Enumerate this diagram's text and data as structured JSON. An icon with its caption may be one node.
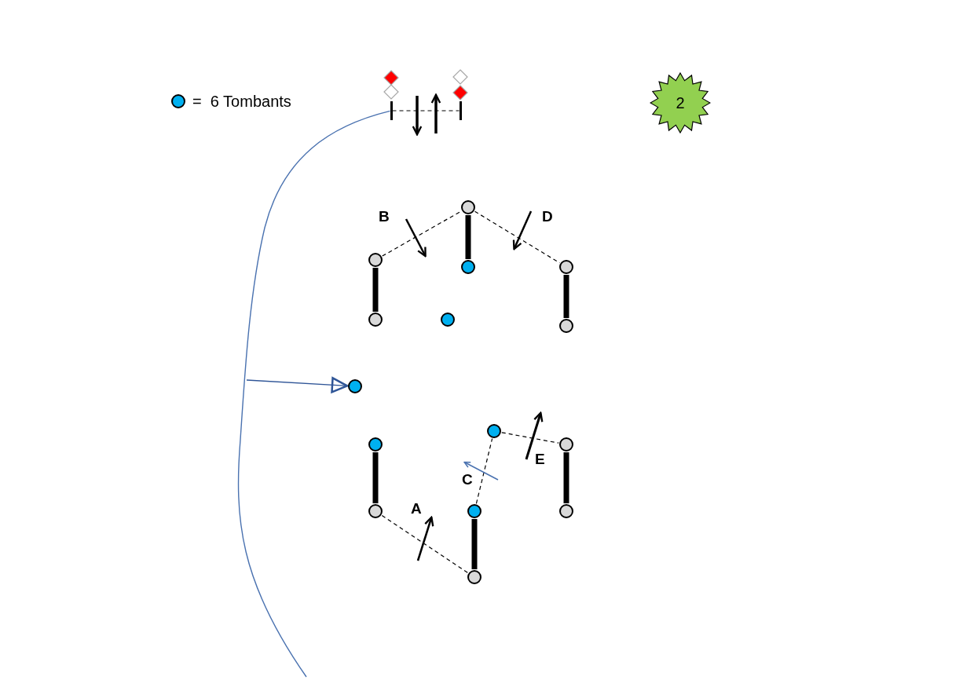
{
  "diagram": {
    "nodes": [
      {
        "text": [
          "2"
        ]
      },
      {
        "text": [],
        "shape": "circle"
      },
      {
        "text": [],
        "shape": "circle"
      },
      {
        "text": [],
        "shape": "circle"
      },
      {
        "text": [],
        "shape": "circle"
      },
      {
        "text": [],
        "shape": "circle"
      },
      {
        "text": [],
        "shape": "circle"
      },
      {
        "text": [],
        "shape": "circle"
      },
      {
        "text": [],
        "shape": "circle"
      },
      {
        "text": [],
        "shape": "circle"
      },
      {
        "text": [],
        "shape": "circle"
      },
      {
        "text": [],
        "shape": "circle"
      },
      {
        "text": [],
        "shape": "circle"
      },
      {
        "text": [],
        "shape": "circle"
      },
      {
        "text": [],
        "shape": "circle"
      },
      {
        "text": [],
        "shape": "circle"
      },
      {
        "text": [],
        "shape": "bar"
      },
      {
        "text": [],
        "shape": "bar"
      }
    ],
    "edges": [
      {
        "from": 1,
        "to": 2,
        "arrow": "none",
        "style": "thick"
      },
      {
        "from": 3,
        "to": 4,
        "arrow": "none",
        "style": "thick"
      },
      {
        "from": 5,
        "to": 6,
        "arrow": "none",
        "style": "thick"
      },
      {
        "from": 9,
        "to": 10,
        "arrow": "none",
        "style": "thick"
      },
      {
        "from": 11,
        "to": 12,
        "arrow": "none",
        "style": "thick"
      },
      {
        "from": 14,
        "to": 15,
        "arrow": "none",
        "style": "thick"
      },
      {
        "from": 1,
        "to": 3,
        "arrow": "none",
        "style": "dashed"
      },
      {
        "from": 3,
        "to": 5,
        "arrow": "none",
        "style": "dashed"
      },
      {
        "from": 10,
        "to": 12,
        "arrow": "none",
        "style": "dashed"
      },
      {
        "from": 11,
        "to": 13,
        "arrow": "none",
        "style": "dashed"
      },
      {
        "from": 13,
        "to": 14,
        "arrow": "none",
        "style": "dashed"
      },
      {
        "from": 16,
        "to": 17,
        "arrow": "none",
        "style": "dashed"
      },
      {
        "from": 16,
        "to": null,
        "arrow": "none",
        "color": "#4a72b0"
      },
      {
        "from": null,
        "to": 8,
        "arrow": "to",
        "color": "#2f5597"
      }
    ],
    "labels": [
      "B",
      "D",
      "C",
      "A",
      "E"
    ],
    "legend": [
      {
        "text": "=  6 Tombants",
        "color": "#00b0f0"
      }
    ]
  }
}
